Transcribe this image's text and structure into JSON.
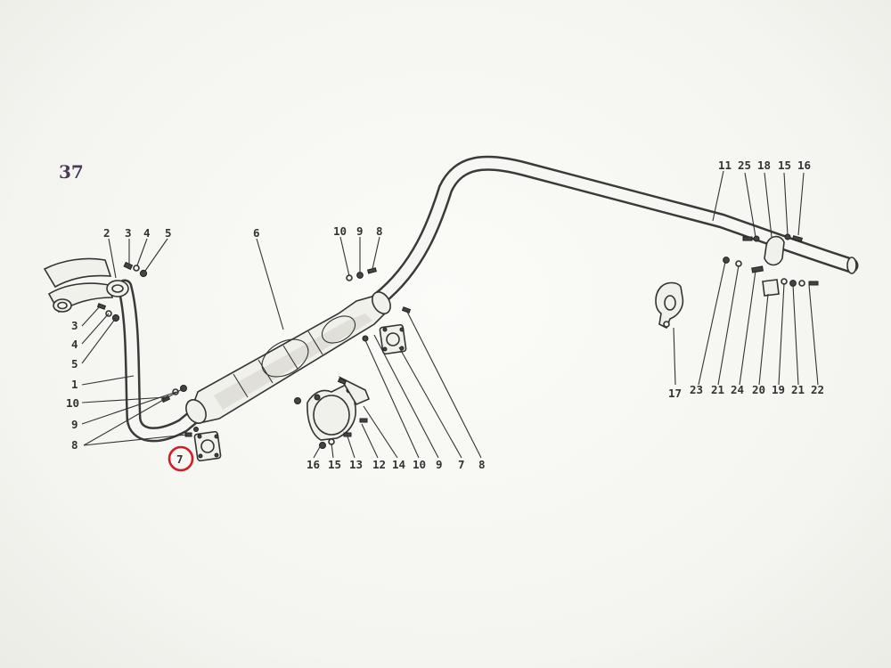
{
  "page_number": "37",
  "highlighted_callout": "7",
  "highlight_color": "#d21e2a",
  "callouts": {
    "c_2": "2",
    "c_3a": "3",
    "c_4a": "4",
    "c_5a": "5",
    "c_3b": "3",
    "c_4b": "4",
    "c_5b": "5",
    "c_1": "1",
    "c_10a": "10",
    "c_9a": "9",
    "c_8a": "8",
    "c_7a": "7",
    "c_6": "6",
    "c_10b": "10",
    "c_9b": "9",
    "c_8b": "8",
    "c_16a": "16",
    "c_15a": "15",
    "c_13": "13",
    "c_12": "12",
    "c_14": "14",
    "c_10c": "10",
    "c_9c": "9",
    "c_7b": "7",
    "c_8c": "8",
    "c_11": "11",
    "c_25": "25",
    "c_18": "18",
    "c_15b": "15",
    "c_16b": "16",
    "c_17": "17",
    "c_23": "23",
    "c_21a": "21",
    "c_24": "24",
    "c_20": "20",
    "c_19": "19",
    "c_21b": "21",
    "c_22": "22"
  }
}
